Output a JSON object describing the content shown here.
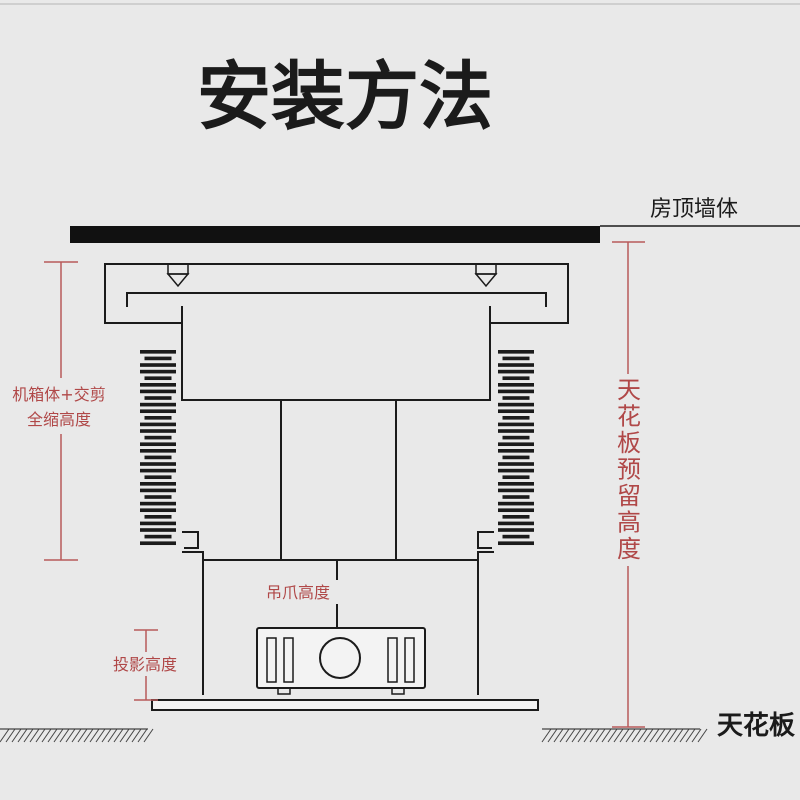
{
  "title": "安装方法",
  "labels": {
    "roof_wall": "房顶墙体",
    "ceiling": "天花板",
    "ceiling_reserved_height": [
      "天",
      "花",
      "板",
      "预",
      "留",
      "高",
      "度"
    ],
    "cabinet_height_line1": "机箱体+交剪",
    "cabinet_height_line2": "全缩高度",
    "hook_height": "吊爪高度",
    "projection_height": "投影高度"
  },
  "colors": {
    "background": "#e9e9e9",
    "line": "#1b1b1b",
    "dimension": "#b85a5a",
    "dimension_text": "#b04848"
  },
  "icons": {
    "projector": "projector-icon",
    "mount_bolt": "bolt-icon",
    "hatch": "ceiling-hatch"
  }
}
